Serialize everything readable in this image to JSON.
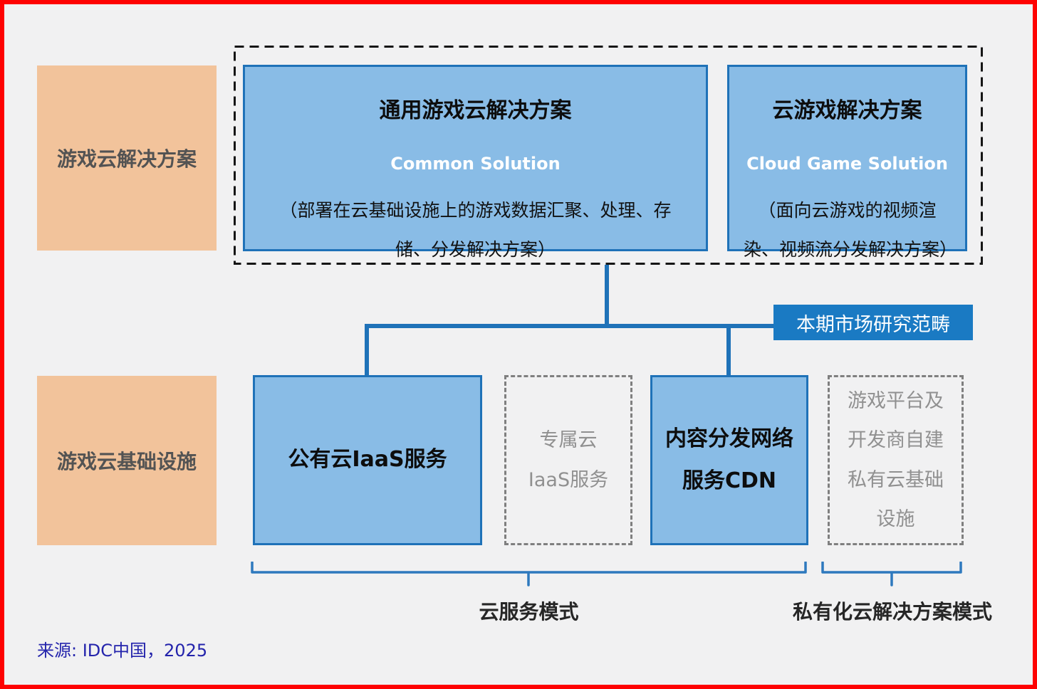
{
  "categories": {
    "solutions": "游戏云解决方案",
    "infrastructure": "游戏云基础设施"
  },
  "scope_tag": "本期市场研究范畴",
  "solutions": [
    {
      "title": "通用游戏云解决方案",
      "subtitle": "Common Solution",
      "description": "（部署在云基础设施上的游戏数据汇聚、处理、存储、分发解决方案）"
    },
    {
      "title": "云游戏解决方案",
      "subtitle": "Cloud Game Solution",
      "description": "（面向云游戏的视频渲染、视频流分发解决方案）"
    }
  ],
  "infrastructure": [
    {
      "label": "公有云IaaS服务",
      "style": "solid"
    },
    {
      "label": "专属云IaaS服务",
      "style": "dashed"
    },
    {
      "label": "内容分发网络服务CDN",
      "style": "solid"
    },
    {
      "label": "游戏平台及开发商自建私有云基础设施",
      "style": "dashed"
    }
  ],
  "modes": [
    {
      "label": "云服务模式"
    },
    {
      "label": "私有化云解决方案模式"
    }
  ],
  "source": "来源: IDC中国，2025",
  "colors": {
    "frame_red": "#FE0202",
    "category_fill": "#F2C39B",
    "solution_fill": "#89BCE6",
    "solution_border": "#1F72B8",
    "scope_fill": "#1A7AC3",
    "connector": "#1F72B8",
    "dashed_gray": "#7F7F7F",
    "muted_text": "#909090",
    "source_text": "#2424AC"
  }
}
